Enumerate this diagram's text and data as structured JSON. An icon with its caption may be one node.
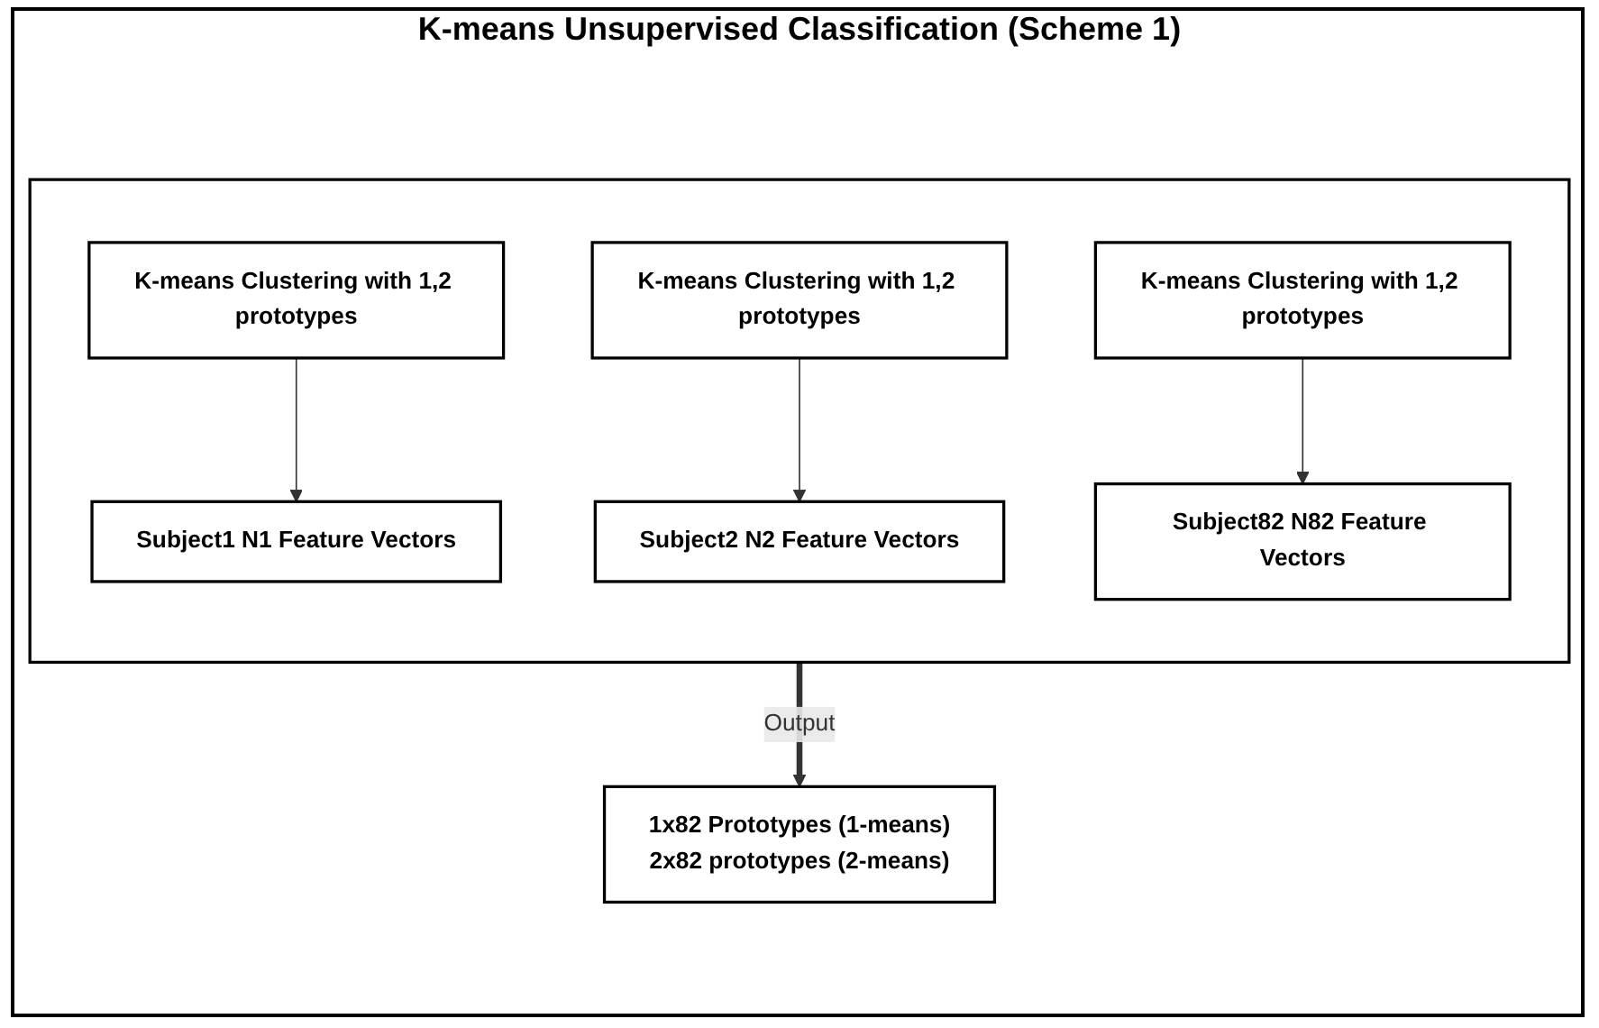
{
  "diagram": {
    "title": "K-means Unsupervised Classification (Scheme 1)",
    "nodes": [
      {
        "text": [],
        "shape": "box"
      },
      {
        "text": [
          "K-means Clustering with 1,2 prototypes"
        ],
        "in": 0
      },
      {
        "text": [
          "Subject1 N1 Feature Vectors"
        ],
        "in": 0
      },
      {
        "text": [
          "K-means Clustering with 1,2 prototypes"
        ],
        "in": 0
      },
      {
        "text": [
          "Subject2 N2 Feature Vectors"
        ],
        "in": 0
      },
      {
        "text": [
          "K-means Clustering with 1,2 prototypes"
        ],
        "in": 0
      },
      {
        "text": [
          "Subject82 N82 Feature Vectors"
        ],
        "in": 0
      },
      {
        "text": [
          "1x82 Prototypes (1-means)",
          "2x82 prototypes (2-means)"
        ]
      }
    ],
    "edges": [
      {
        "from": 1,
        "to": 2,
        "arrow": "to"
      },
      {
        "from": 3,
        "to": 4,
        "arrow": "to"
      },
      {
        "from": 5,
        "to": 6,
        "arrow": "to"
      },
      {
        "from": 0,
        "to": 7,
        "arrow": "to",
        "label": "Output",
        "style": "thick"
      }
    ]
  }
}
